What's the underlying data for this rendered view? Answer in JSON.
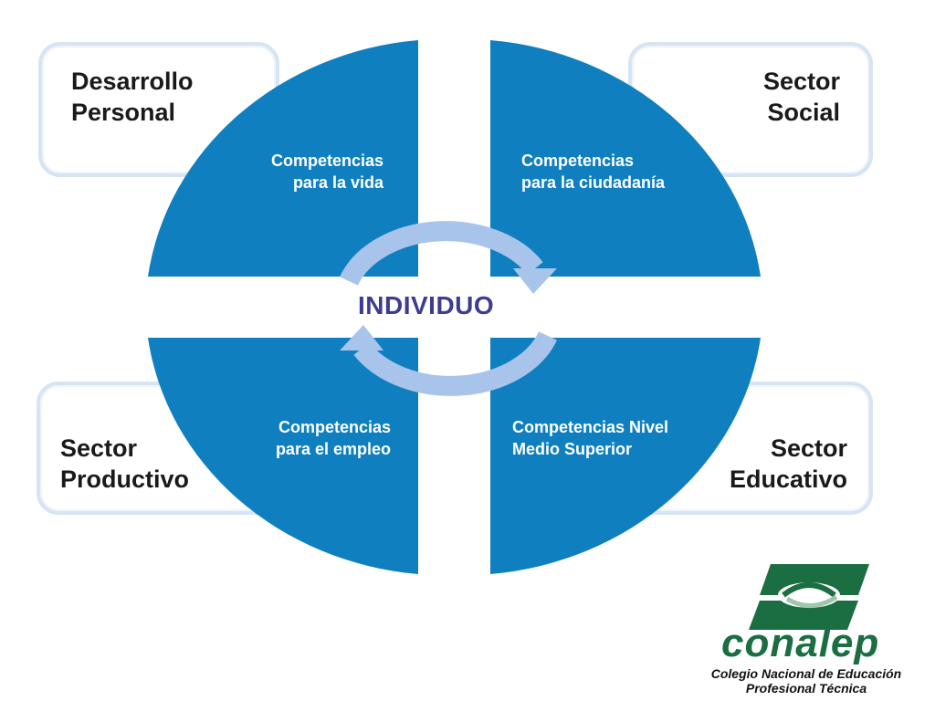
{
  "corners": {
    "top_left": "Desarrollo\nPersonal",
    "top_right": "Sector\nSocial",
    "bottom_left": "Sector\nProductivo",
    "bottom_right": "Sector\nEducativo"
  },
  "quadrants": {
    "top_left": "Competencias\npara la vida",
    "top_right": "Competencias\npara la ciudadanía",
    "bottom_left": "Competencias\npara el empleo",
    "bottom_right": "Competencias Nivel\nMedio Superior"
  },
  "center": "INDIVIDUO",
  "logo": {
    "word": "conalep",
    "line1": "Colegio Nacional de Educación",
    "line2": "Profesional Técnica"
  },
  "colors": {
    "quadrant_blue": "#0f7fc0",
    "arrow_blue": "#a9c4ea",
    "center_text": "#3c3c92",
    "logo_green": "#1b6e42"
  }
}
